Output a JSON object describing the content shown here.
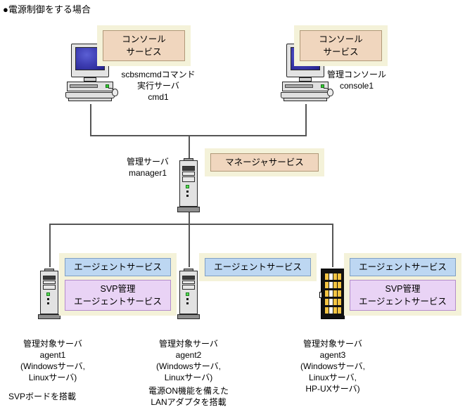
{
  "title": "●電源制御をする場合",
  "nodes": {
    "cmd1": {
      "service_label": "コンソール\nサービス",
      "service_line1": "コンソール",
      "service_line2": "サービス",
      "caption_line1": "scbsmcmdコマンド",
      "caption_line2": "実行サーバ",
      "caption_line3": "cmd1",
      "icon": "desktop-pc-icon"
    },
    "console1": {
      "service_line1": "コンソール",
      "service_line2": "サービス",
      "caption_line1": "管理コンソール",
      "caption_line2": "console1",
      "icon": "desktop-pc-icon"
    },
    "manager1": {
      "service_label": "マネージャサービス",
      "caption_line1": "管理サーバ",
      "caption_line2": "manager1",
      "icon": "tower-server-icon"
    },
    "agent1": {
      "service_agent": "エージェントサービス",
      "service_svp_line1": "SVP管理",
      "service_svp_line2": "エージェントサービス",
      "caption_line1": "管理対象サーバ",
      "caption_line2": "agent1",
      "caption_line3": "(Windowsサーバ,",
      "caption_line4": "Linuxサーバ)",
      "note": "SVPボードを搭載",
      "icon": "tower-server-icon"
    },
    "agent2": {
      "service_agent": "エージェントサービス",
      "caption_line1": "管理対象サーバ",
      "caption_line2": "agent2",
      "caption_line3": "(Windowsサーバ,",
      "caption_line4": "Linuxサーバ)",
      "note_line1": "電源ON機能を備えた",
      "note_line2": "LANアダプタを搭載",
      "icon": "tower-server-icon"
    },
    "agent3": {
      "service_agent": "エージェントサービス",
      "service_svp_line1": "SVP管理",
      "service_svp_line2": "エージェントサービス",
      "caption_line1": "管理対象サーバ",
      "caption_line2": "agent3",
      "caption_line3": "(Windowsサーバ,",
      "caption_line4": "Linuxサーバ,",
      "caption_line5": "HP-UXサーバ)",
      "icon": "blade-server-icon"
    }
  },
  "colors": {
    "callout_backdrop": "#f4f2d9",
    "console_service": "#f0d6be",
    "manager_service": "#f0d6be",
    "agent_service": "#bdd7f2",
    "svp_service": "#e9d3f5",
    "line": "#555555",
    "screen": "#3f3fb4",
    "blade_gold": "#f5c542",
    "blade_frame": "#111111"
  }
}
